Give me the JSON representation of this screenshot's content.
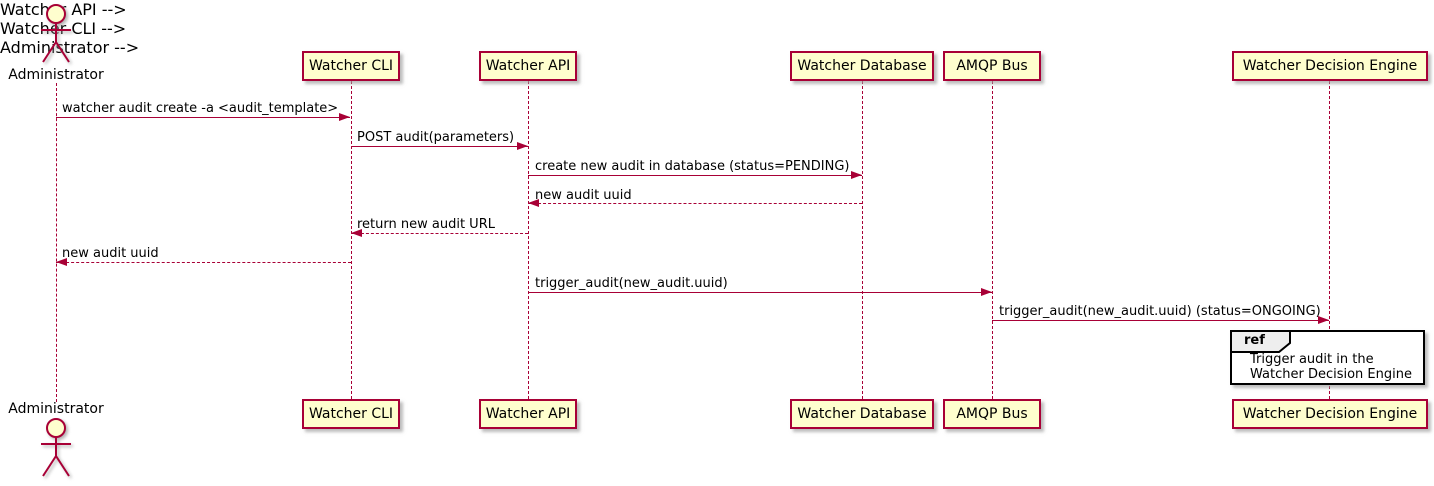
{
  "actor": {
    "name": "Administrator"
  },
  "participants": [
    {
      "name": "Watcher CLI"
    },
    {
      "name": "Watcher API"
    },
    {
      "name": "Watcher Database"
    },
    {
      "name": "AMQP Bus"
    },
    {
      "name": "Watcher Decision Engine"
    }
  ],
  "messages": [
    {
      "from": "Administrator",
      "to": "Watcher CLI",
      "label": "watcher audit create -a <audit_template>",
      "style": "solid"
    },
    {
      "from": "Watcher CLI",
      "to": "Watcher API",
      "label": "POST audit(parameters)",
      "style": "solid"
    },
    {
      "from": "Watcher API",
      "to": "Watcher Database",
      "label": "create new audit in database (status=PENDING)",
      "style": "solid"
    },
    {
      "from": "Watcher Database",
      "to": "Watcher API",
      "label": "new audit uuid",
      "style": "dashed"
    },
    {
      "from": "Watcher API",
      "to": "Watcher CLI",
      "label": "return new audit URL",
      "style": "dashed"
    },
    {
      "from": "Watcher CLI",
      "to": "Administrator",
      "label": "new audit uuid",
      "style": "dashed"
    },
    {
      "from": "Watcher API",
      "to": "AMQP Bus",
      "label": "trigger_audit(new_audit.uuid)",
      "style": "solid"
    },
    {
      "from": "AMQP Bus",
      "to": "Watcher Decision Engine",
      "label": "trigger_audit(new_audit.uuid) (status=ONGOING)",
      "style": "solid"
    }
  ],
  "ref": {
    "keyword": "ref",
    "over": "Watcher Decision Engine",
    "lines": [
      "Trigger audit in the",
      "Watcher Decision Engine"
    ]
  },
  "colors": {
    "background": "#FFFFFF",
    "participant-fill": "#FEFECE",
    "participant-border": "#A80036",
    "line": "#A80036",
    "text": "#000000",
    "ref-fill": "#FFFFFF",
    "ref-border": "#000000",
    "ref-tab-fill": "#EEEEEE"
  }
}
